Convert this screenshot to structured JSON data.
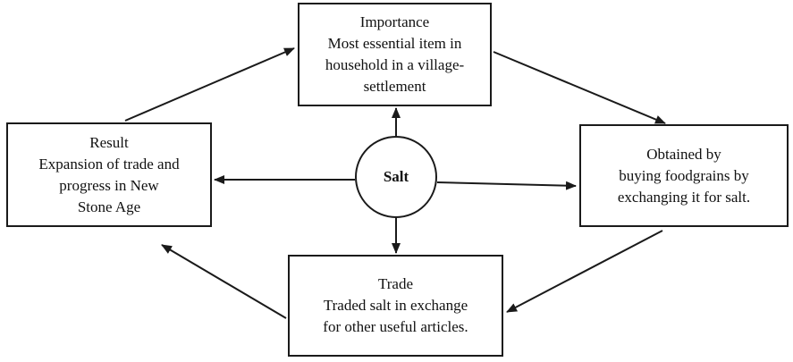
{
  "center": {
    "label": "Salt"
  },
  "boxes": {
    "importance": {
      "lines": [
        "Importance",
        "Most essential item in",
        "household in a village-",
        "settlement"
      ]
    },
    "obtained": {
      "lines": [
        "Obtained by",
        "buying foodgrains by",
        "exchanging it for salt."
      ]
    },
    "result": {
      "lines": [
        "Result",
        "Expansion of trade and",
        "progress in New",
        "Stone Age"
      ]
    },
    "trade": {
      "lines": [
        "Trade",
        "Traded salt in exchange",
        "for other useful articles."
      ]
    }
  }
}
